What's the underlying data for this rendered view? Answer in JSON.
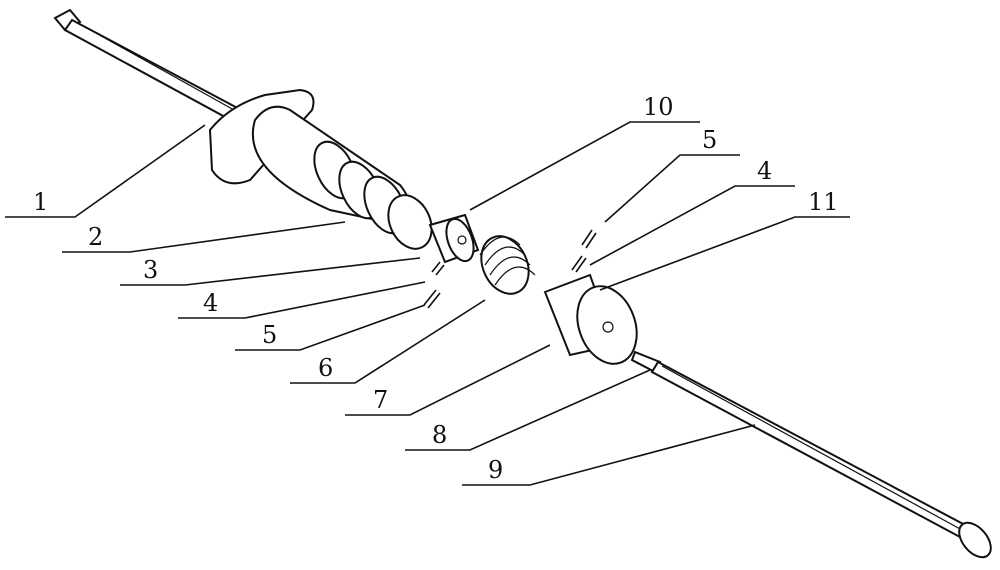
{
  "figure": {
    "type": "exploded-view patent drawing",
    "labels": [
      {
        "id": "label-1",
        "text": "1"
      },
      {
        "id": "label-2",
        "text": "2"
      },
      {
        "id": "label-3",
        "text": "3"
      },
      {
        "id": "label-4-lower",
        "text": "4"
      },
      {
        "id": "label-5-lower",
        "text": "5"
      },
      {
        "id": "label-6",
        "text": "6"
      },
      {
        "id": "label-7",
        "text": "7"
      },
      {
        "id": "label-8",
        "text": "8"
      },
      {
        "id": "label-9",
        "text": "9"
      },
      {
        "id": "label-10",
        "text": "10"
      },
      {
        "id": "label-5-upper",
        "text": "5"
      },
      {
        "id": "label-4-upper",
        "text": "4"
      },
      {
        "id": "label-11",
        "text": "11"
      }
    ]
  }
}
